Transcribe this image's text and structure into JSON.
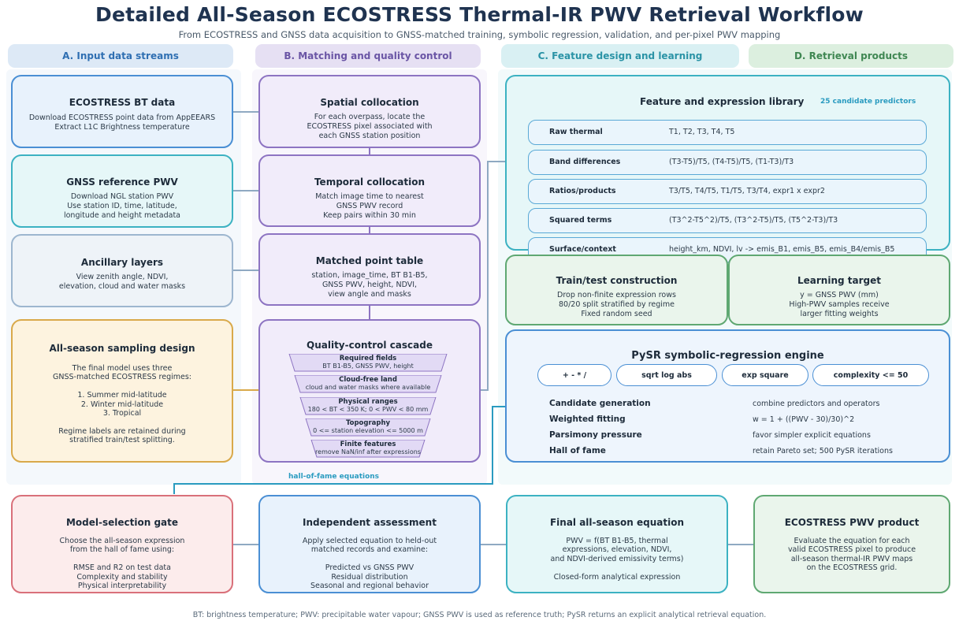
{
  "title": "Detailed All-Season ECOSTRESS Thermal-IR PWV Retrieval Workflow",
  "subtitle": "From ECOSTRESS and GNSS data acquisition to GNSS-matched training, symbolic regression, validation, and per-pixel PWV mapping",
  "columns": {
    "a": "A. Input data streams",
    "b": "B. Matching and quality control",
    "c": "C. Feature design and learning",
    "d": "D. Retrieval products"
  },
  "inputs": {
    "ecostress": {
      "title": "ECOSTRESS BT data",
      "body": "Download ECOSTRESS point data from AppEEARS\nExtract L1C Brightness temperature"
    },
    "gnss": {
      "title": "GNSS reference PWV",
      "body": "Download NGL station PWV\nUse station ID, time, latitude,\nlongitude and height metadata"
    },
    "ancillary": {
      "title": "Ancillary layers",
      "body": "View zenith angle, NDVI,\nelevation, cloud and water masks"
    },
    "sampling": {
      "title": "All-season sampling design",
      "body": "The final model uses three\nGNSS-matched ECOSTRESS regimes:\n\n1. Summer mid-latitude\n2. Winter mid-latitude\n3. Tropical\n\nRegime labels are retained during\nstratified train/test splitting."
    }
  },
  "matching": {
    "spatial": {
      "title": "Spatial collocation",
      "body": "For each overpass, locate the\nECOSTRESS pixel associated with\neach GNSS station position"
    },
    "temporal": {
      "title": "Temporal collocation",
      "body": "Match image time to nearest\nGNSS PWV record\nKeep pairs within 30 min"
    },
    "matched": {
      "title": "Matched point table",
      "body": "station, image_time, BT B1-B5,\nGNSS PWV, height, NDVI,\nview angle and masks"
    },
    "qc": {
      "title": "Quality-control cascade",
      "steps": [
        {
          "name": "Required fields",
          "desc": "BT B1-B5, GNSS PWV, height"
        },
        {
          "name": "Cloud-free land",
          "desc": "cloud and water masks where available"
        },
        {
          "name": "Physical ranges",
          "desc": "180 < BT < 350 K; 0 < PWV < 80 mm"
        },
        {
          "name": "Topography",
          "desc": "0 <= station elevation <= 5000 m"
        },
        {
          "name": "Finite features",
          "desc": "remove NaN/inf after expressions"
        }
      ]
    }
  },
  "features": {
    "title": "Feature and expression library",
    "count": "25 candidate predictors",
    "rows": [
      {
        "k": "Raw thermal",
        "v": "T1, T2, T3, T4, T5"
      },
      {
        "k": "Band differences",
        "v": "(T3-T5)/T5, (T4-T5)/T5, (T1-T3)/T3"
      },
      {
        "k": "Ratios/products",
        "v": "T3/T5, T4/T5, T1/T5, T3/T4, expr1 x expr2"
      },
      {
        "k": "Squared terms",
        "v": "(T3^2-T5^2)/T5, (T3^2-T5)/T5, (T5^2-T3)/T3"
      },
      {
        "k": "Surface/context",
        "v": "height_km, NDVI, lv -> emis_B1, emis_B5, emis_B4/emis_B5"
      }
    ]
  },
  "train": {
    "title": "Train/test construction",
    "body": "Drop non-finite expression rows\n80/20 split stratified by regime\nFixed random seed"
  },
  "target": {
    "title": "Learning target",
    "body": "y = GNSS PWV (mm)\nHigh-PWV samples receive\nlarger fitting weights"
  },
  "pysr": {
    "title": "PySR symbolic-regression engine",
    "pills": [
      "+ - * /",
      "sqrt log abs",
      "exp square",
      "complexity <= 50"
    ],
    "params": [
      {
        "k": "Candidate generation",
        "v": "combine predictors and operators"
      },
      {
        "k": "Weighted fitting",
        "v": "w = 1 + ((PWV - 30)/30)^2"
      },
      {
        "k": "Parsimony pressure",
        "v": "favor simpler explicit equations"
      },
      {
        "k": "Hall of fame",
        "v": "retain Pareto set; 500 PySR iterations"
      }
    ]
  },
  "hof_label": "hall-of-fame equations",
  "bottom": {
    "gate": {
      "title": "Model-selection gate",
      "body": "Choose the all-season expression\nfrom the hall of fame using:\n\nRMSE and R2 on test data\nComplexity and stability\nPhysical interpretability"
    },
    "assess": {
      "title": "Independent assessment",
      "body": "Apply selected equation to held-out\nmatched records and examine:\n\nPredicted vs GNSS PWV\nResidual distribution\nSeasonal and regional behavior"
    },
    "equation": {
      "title": "Final all-season equation",
      "body": "PWV = f(BT B1-B5, thermal\nexpressions, elevation, NDVI,\nand NDVI-derived emissivity terms)\n\nClosed-form analytical expression"
    },
    "product": {
      "title": "ECOSTRESS PWV product",
      "body": "Evaluate the equation for each\nvalid ECOSTRESS pixel to produce\nall-season thermal-IR PWV maps\non the ECOSTRESS grid."
    }
  },
  "footer": "BT: brightness temperature; PWV: precipitable water vapour; GNSS PWV is used as reference truth; PySR returns an explicit analytical retrieval equation.",
  "colors": {
    "blue": "#4a8fd4",
    "purple": "#8d74c2",
    "teal": "#3cb2c2",
    "green": "#5fa872",
    "tan": "#d9a94a",
    "red": "#d9707a"
  }
}
